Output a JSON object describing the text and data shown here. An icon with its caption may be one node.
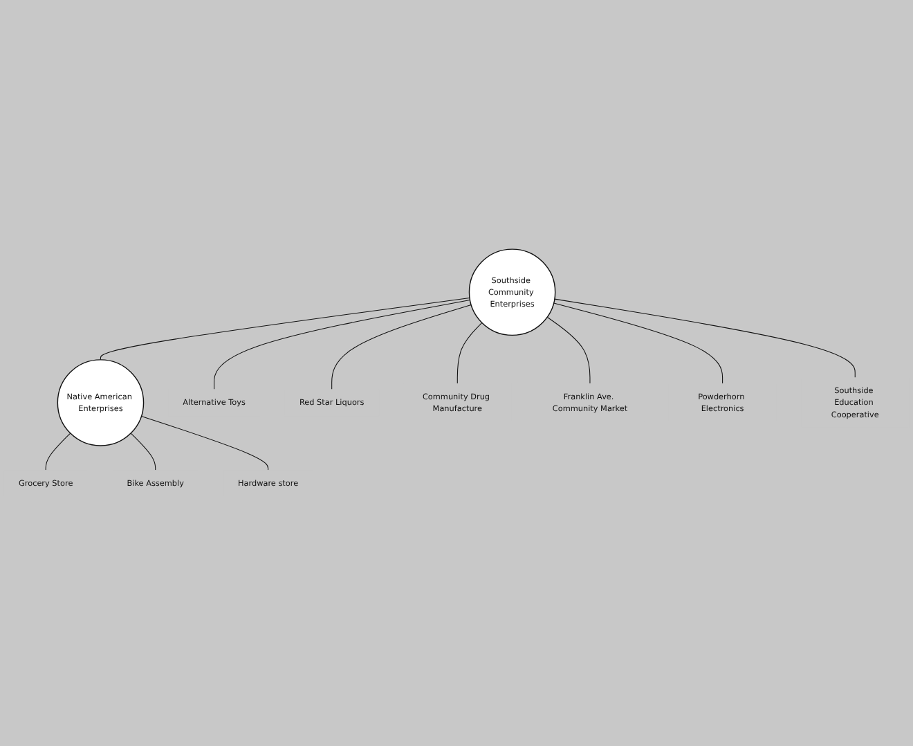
{
  "diagram": {
    "nodes": [
      {
        "text": [
          "Southside Community Enterprises"
        ]
      },
      {
        "text": [
          "Native American Enterprises"
        ]
      },
      {
        "text": [
          "Alternative Toys"
        ]
      },
      {
        "text": [
          "Red Star Liquors"
        ]
      },
      {
        "text": [
          "Community Drug Manufacture"
        ]
      },
      {
        "text": [
          "Franklin Ave. Community Market"
        ]
      },
      {
        "text": [
          "Powderhorn Electronics"
        ]
      },
      {
        "text": [
          "Southside Education Cooperative"
        ]
      },
      {
        "text": [
          "Grocery Store"
        ]
      },
      {
        "text": [
          "Bike Assembly"
        ]
      },
      {
        "text": [
          "Hardware store"
        ]
      }
    ],
    "edges": [
      {
        "from": 0,
        "to": 2,
        "arrow": "none"
      },
      {
        "from": 0,
        "to": 3,
        "arrow": "none"
      },
      {
        "from": 0,
        "to": 4,
        "arrow": "none"
      },
      {
        "from": 0,
        "to": 5,
        "arrow": "none"
      },
      {
        "from": 0,
        "to": 6,
        "arrow": "none"
      },
      {
        "from": 0,
        "to": 7,
        "arrow": "none"
      },
      {
        "from": 0,
        "to": 1,
        "arrow": "none"
      },
      {
        "from": 1,
        "to": 8,
        "arrow": "none"
      },
      {
        "from": 1,
        "to": 9,
        "arrow": "none"
      },
      {
        "from": 1,
        "to": 10,
        "arrow": "none"
      }
    ]
  }
}
